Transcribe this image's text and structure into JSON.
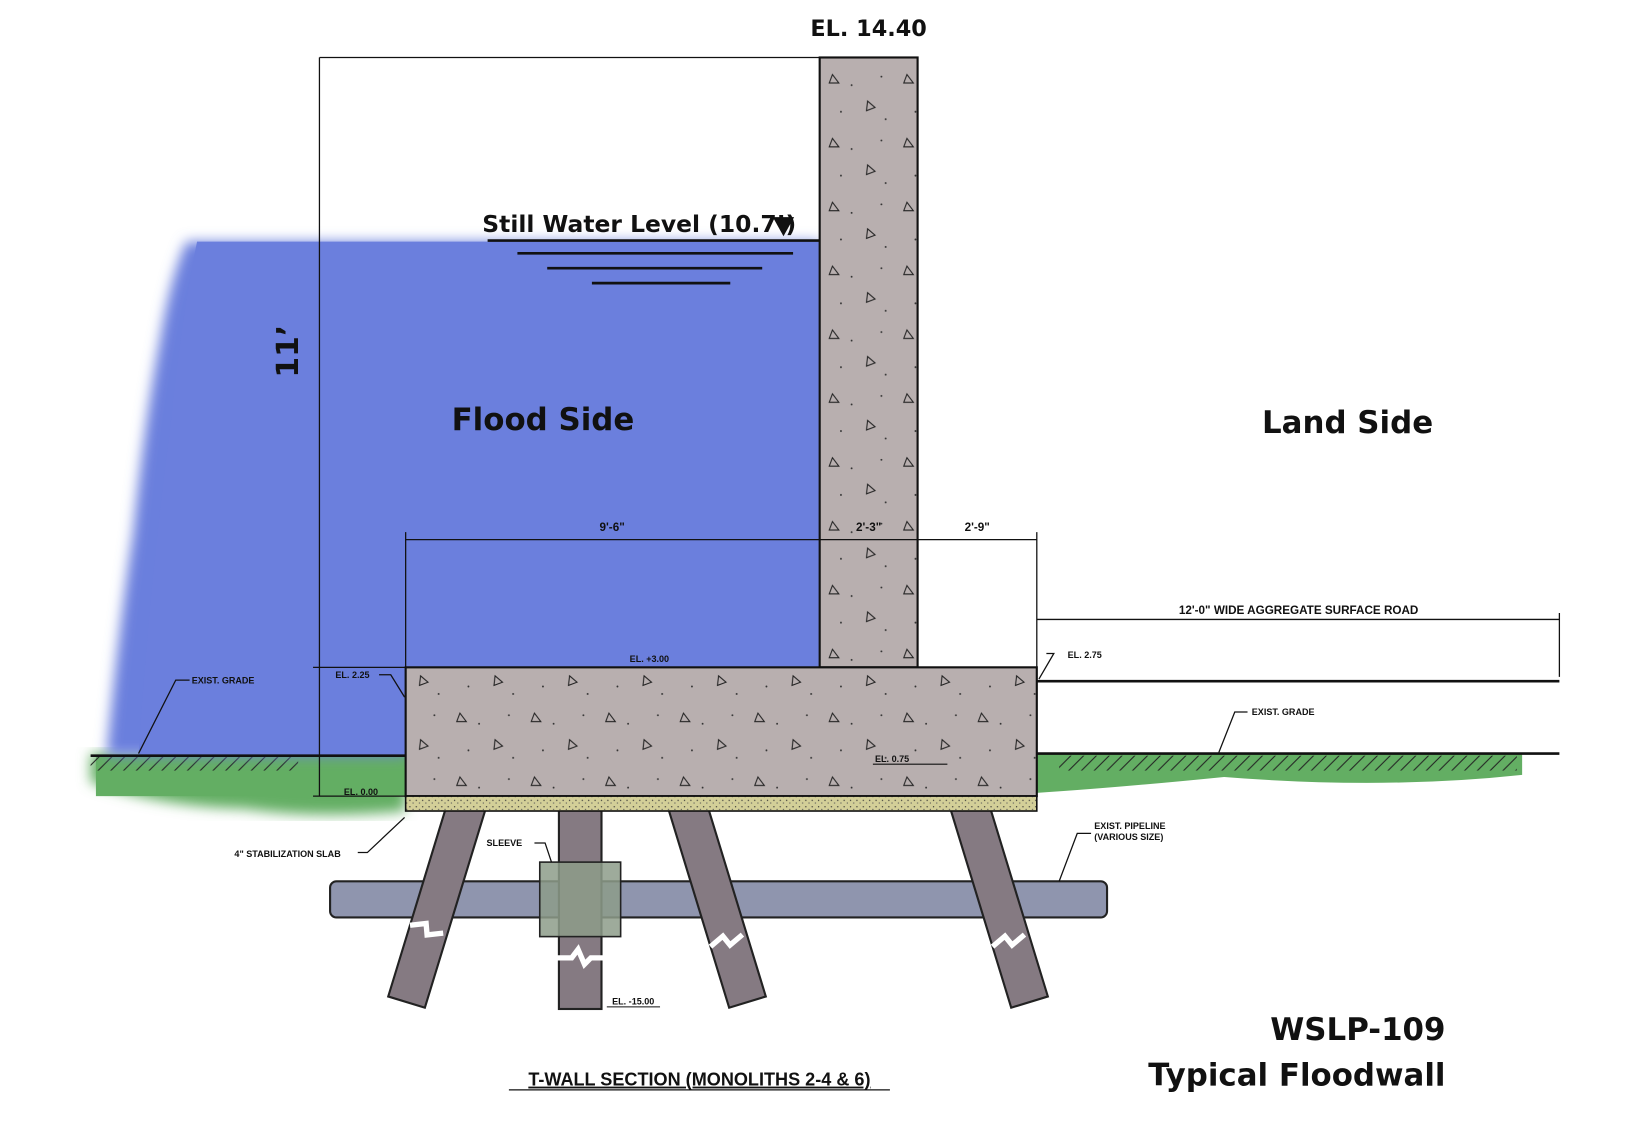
{
  "top_elevation": "EL. 14.40",
  "water_level_label": "Still Water Level (10.7’)",
  "height_dimension": "11’",
  "flood_side_label": "Flood Side",
  "land_side_label": "Land Side",
  "dimensions": {
    "heel": "9'-6\"",
    "stem": "2'-3\"",
    "toe": "2'-9\"",
    "road": "12'-0\" WIDE AGGREGATE SURFACE ROAD"
  },
  "elevations": {
    "slab_top": "EL. +3.00",
    "flood_grade": "EL. 2.25",
    "land_grade": "EL. 2.75",
    "slab_internal": "EL. 0.75",
    "bottom": "EL. 0.00",
    "pile_tip": "EL. -15.00"
  },
  "callouts": {
    "exist_grade_left": "EXIST. GRADE",
    "exist_grade_right": "EXIST. GRADE",
    "stabilization_slab": "4\" STABILIZATION SLAB",
    "sleeve": "SLEEVE",
    "pipeline_line1": "EXIST. PIPELINE",
    "pipeline_line2": "(VARIOUS SIZE)"
  },
  "section_title": "T-WALL SECTION (MONOLITHS 2-4 & 6)",
  "project_id": "WSLP-109",
  "project_title": "Typical Floodwall",
  "colors": {
    "water": "#6b7fdd",
    "concrete": "#b8afaf",
    "ground": "#63ae63",
    "stabilization_slab": "#d3cf98",
    "pile": "#857a82",
    "pipe": "#8f95ae",
    "sleeve": "#8d9c89"
  }
}
